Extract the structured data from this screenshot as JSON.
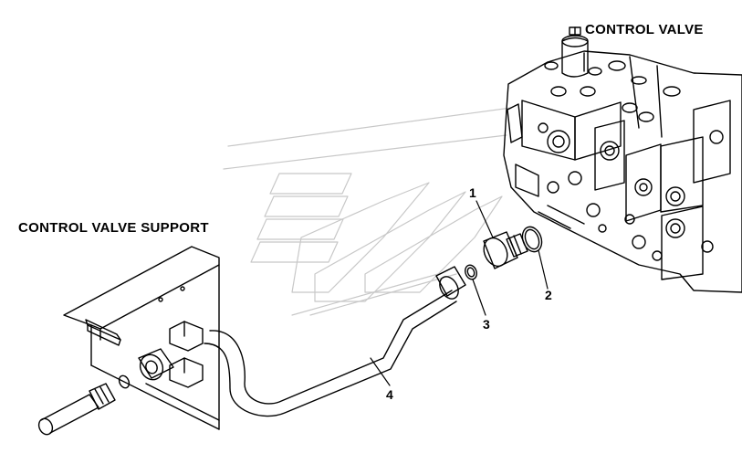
{
  "labels": {
    "control_valve": "CONTROL VALVE",
    "control_valve_support": "CONTROL VALVE SUPPORT"
  },
  "callouts": {
    "c1": "1",
    "c2": "2",
    "c3": "3",
    "c4": "4"
  }
}
